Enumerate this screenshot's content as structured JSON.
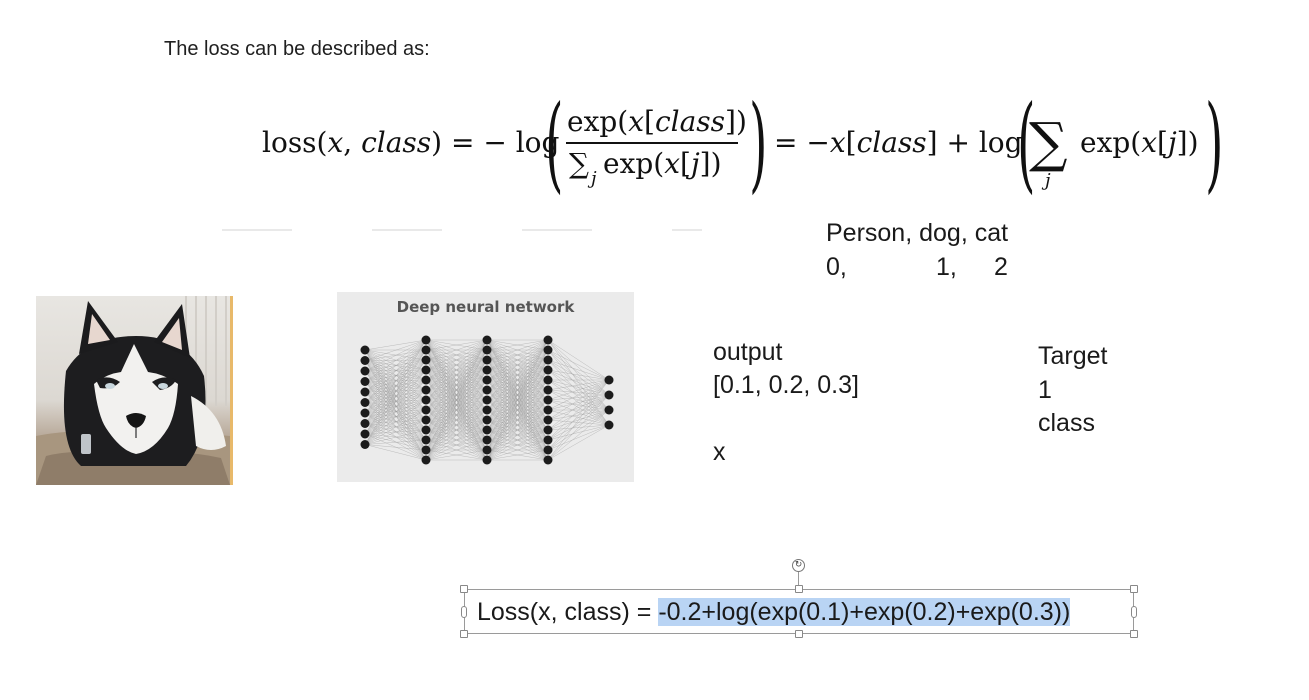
{
  "intro_text": "The loss can be described as:",
  "formula": {
    "lhs": "loss(",
    "lhs_x": "x",
    "lhs_comma": ", ",
    "lhs_class": "class",
    "lhs_close": ") = − log",
    "numerator_pre": "exp(",
    "numerator_x": "x",
    "numerator_bracket": "[",
    "numerator_class": "class",
    "numerator_close": "])",
    "denominator_sigma": "∑",
    "denominator_sub": "j",
    "denominator_rest": " exp(",
    "denominator_x": "x",
    "denominator_bracket": "[",
    "denominator_j": "j",
    "denominator_close": "])",
    "mid": "= −",
    "mid_x": "x",
    "mid_bracket": "[",
    "mid_class": "class",
    "mid_close": "] + log",
    "sum_sigma": "∑",
    "sum_sub": "j",
    "sum_rest": "exp(",
    "sum_x": "x",
    "sum_bracket": "[",
    "sum_j": "j",
    "sum_close": "])",
    "open_paren": "(",
    "close_paren": ")"
  },
  "classes": {
    "names": "Person, dog, cat",
    "index_0": "0,",
    "index_1": "1,",
    "index_2": "2"
  },
  "dnn_title": "Deep neural network",
  "output": {
    "label": "output",
    "values": "[0.1, 0.2, 0.3]",
    "var": "x"
  },
  "target": {
    "label": "Target",
    "value": "1",
    "var": "class"
  },
  "textbox": {
    "prefix": "Loss(x, class) = ",
    "selected": "-0.2+log(exp(0.1)+exp(0.2)+exp(0.3))"
  },
  "colors": {
    "selection": "#b9d4f4",
    "text": "#1a1a1a"
  }
}
